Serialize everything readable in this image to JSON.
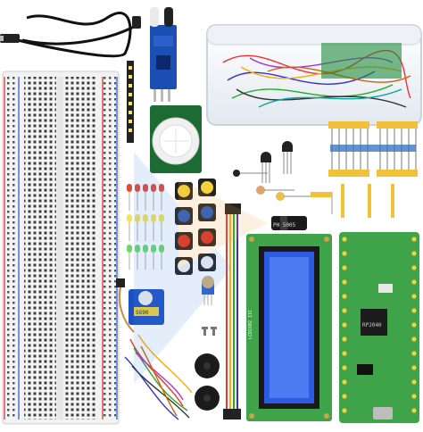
{
  "image": {
    "lcd_marking": "LCD1602 IIC",
    "pico_board_text": "RP2040",
    "buzzer_label": "PH 5005",
    "servo_label": "SG90",
    "colors": {
      "breadboard": "#f2f2f2",
      "rail_red": "#e05050",
      "rail_blue": "#4a6fd8",
      "pcb_green": "#3fa34a",
      "lcd_blue": "#2c5be0",
      "sensor_blue": "#1c4fb3"
    }
  }
}
